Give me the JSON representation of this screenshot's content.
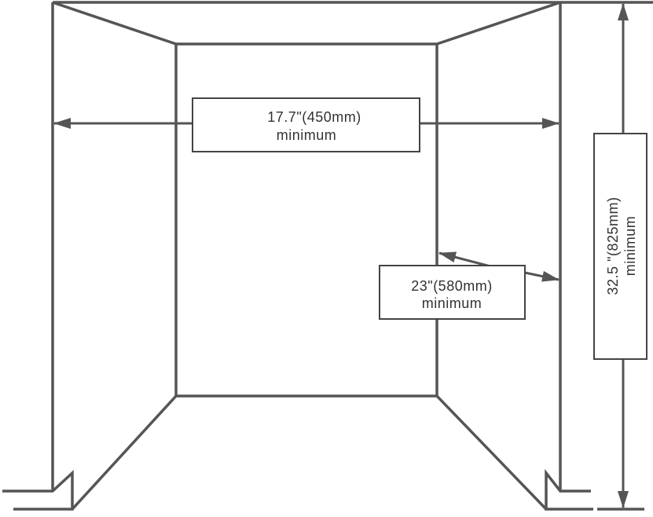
{
  "colors": {
    "line": "#555555",
    "background": "#ffffff"
  },
  "width_label": {
    "line1": "17.7\"(450mm)",
    "line2": "minimum"
  },
  "depth_label": {
    "line1": "23\"(580mm)",
    "line2": "minimum"
  },
  "height_label": {
    "line1": "32.5 \"(825mm)",
    "line2": "minimum"
  }
}
